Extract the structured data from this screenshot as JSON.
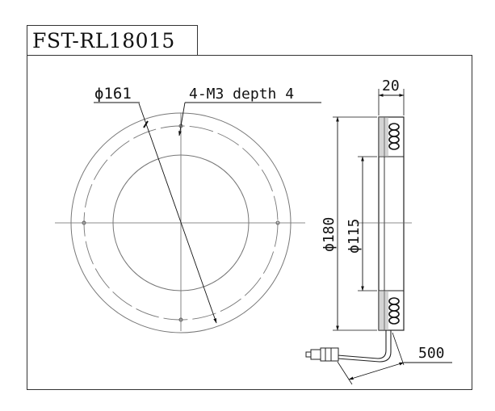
{
  "title": "FST-RL18015",
  "labels": {
    "outer_diameter_label": "ϕ161",
    "holes": "4-M3 depth 4",
    "width": "20",
    "diameter_outer": "ϕ180",
    "diameter_inner": "ϕ115",
    "cable_length": "500"
  },
  "colors": {
    "line": "#222222",
    "circle": "#777777",
    "hatch": "#555555"
  }
}
